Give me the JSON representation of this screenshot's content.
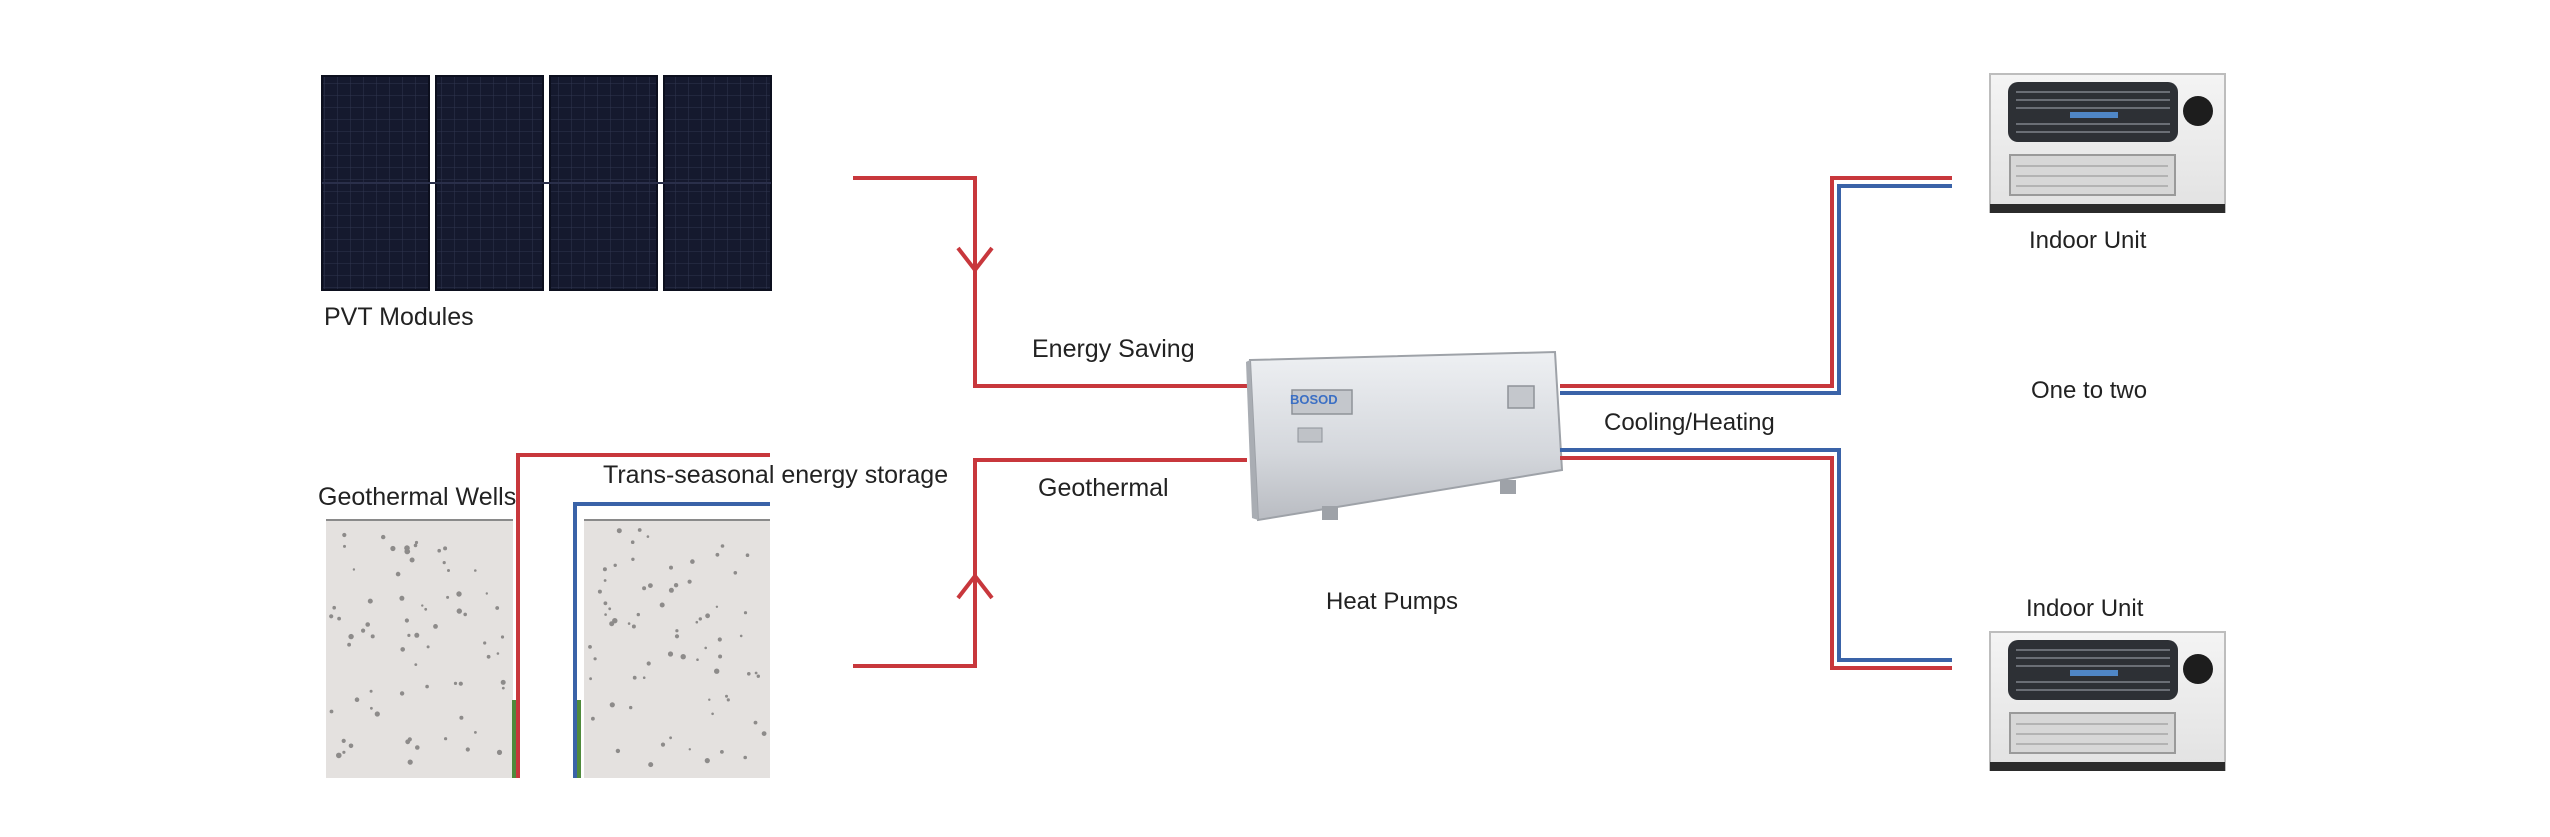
{
  "labels": {
    "pvt_modules": "PVT Modules",
    "energy_saving": "Energy Saving",
    "geothermal_wells": "Geothermal Wells",
    "trans_seasonal": "Trans-seasonal energy storage",
    "geothermal": "Geothermal",
    "heat_pumps": "Heat Pumps",
    "cooling_heating": "Cooling/Heating",
    "indoor_unit_top": "Indoor Unit",
    "one_to_two": "One to two",
    "indoor_unit_bottom": "Indoor Unit"
  },
  "heat_pump_brand": "BOSOD",
  "colors": {
    "hot_pipe": "#c8373c",
    "cold_pipe": "#3a63a8",
    "green_pipe": "#4f8a3c",
    "panel": "#15192e",
    "panel_grid": "#3a3f5c",
    "well_fill": "#e4e1df",
    "unit_body": "#d6d8dc"
  }
}
